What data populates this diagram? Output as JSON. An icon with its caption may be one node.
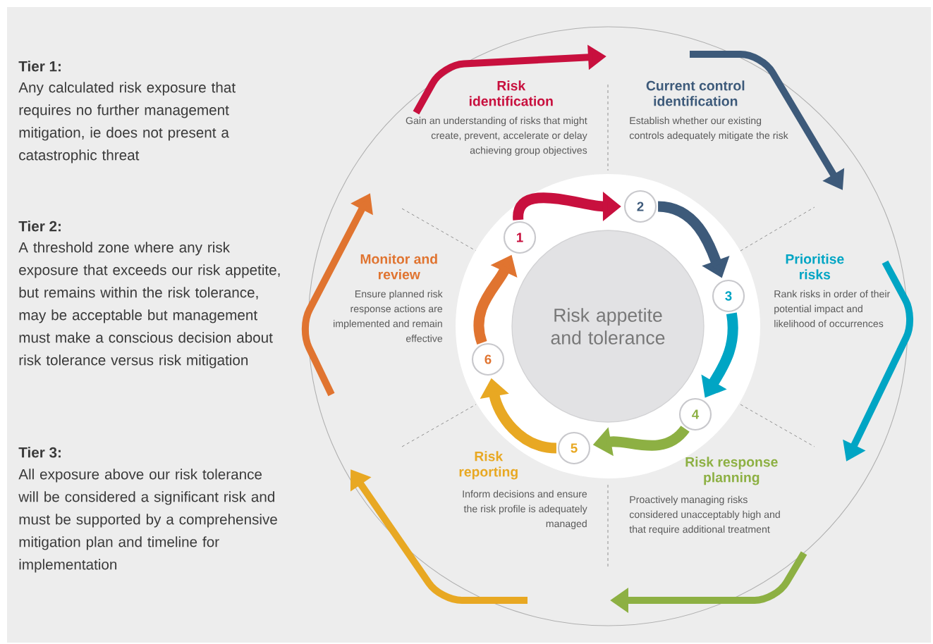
{
  "diagram": {
    "nodes": [
      {
        "text": [
          "Risk appetite and tolerance"
        ]
      },
      {
        "text": [
          "Risk identification",
          "Gain an understanding of risks that might create, prevent, accelerate or delay achieving group objectives"
        ]
      },
      {
        "text": [
          "Current control identification",
          "Establish whether our existing controls adequately mitigate the risk"
        ]
      },
      {
        "text": [
          "Prioritise risks",
          "Rank risks in order of their potential impact and likelihood of occurrences"
        ]
      },
      {
        "text": [
          "Risk response planning",
          "Proactively managing risks considered unacceptably high and that require additional treatment"
        ]
      },
      {
        "text": [
          "Risk reporting",
          "Inform decisions and ensure the risk profile is adequately managed"
        ]
      },
      {
        "text": [
          "Monitor and review",
          "Ensure planned risk response actions are implemented and remain effective"
        ]
      },
      {
        "text": [
          "1"
        ]
      },
      {
        "text": [
          "2"
        ]
      },
      {
        "text": [
          "3"
        ]
      },
      {
        "text": [
          "4"
        ]
      },
      {
        "text": [
          "5"
        ]
      },
      {
        "text": [
          "6"
        ]
      }
    ],
    "edges": [
      {
        "from": 7,
        "to": 8,
        "arrow": "to",
        "color": "#c8103e"
      },
      {
        "from": 8,
        "to": 9,
        "arrow": "to",
        "color": "#3d5a7a"
      },
      {
        "from": 9,
        "to": 10,
        "arrow": "to",
        "color": "#00a5c4"
      },
      {
        "from": 10,
        "to": 11,
        "arrow": "to",
        "color": "#8db043"
      },
      {
        "from": 11,
        "to": 12,
        "arrow": "to",
        "color": "#e8a823"
      },
      {
        "from": 12,
        "to": 7,
        "arrow": "to",
        "color": "#e07430"
      }
    ],
    "labels": [
      "Tier 1:",
      "Any calculated risk exposure that requires no further management mitigation, ie does not present a catastrophic threat",
      "Tier 2:",
      "A threshold zone where any risk exposure that exceeds our risk appetite, but remains within the risk tolerance, may be acceptable but management must make a conscious decision about risk tolerance versus risk mitigation",
      "Tier 3:",
      "All exposure above our risk tolerance will be considered a significant risk and must be supported by a comprehensive mitigation plan and timeline for implementation"
    ]
  }
}
